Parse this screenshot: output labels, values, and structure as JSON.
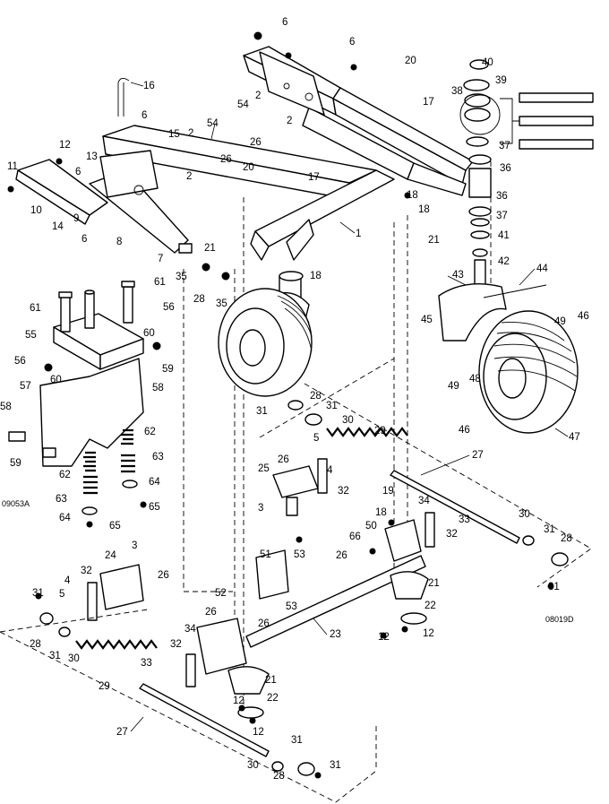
{
  "figure_codes": {
    "left": "09053A",
    "right": "08019D"
  },
  "callouts": [
    "1",
    "2",
    "3",
    "4",
    "5",
    "6",
    "7",
    "8",
    "9",
    "10",
    "11",
    "12",
    "13",
    "14",
    "15",
    "16",
    "17",
    "18",
    "19",
    "20",
    "21",
    "22",
    "23",
    "24",
    "25",
    "26",
    "27",
    "28",
    "29",
    "30",
    "31",
    "32",
    "33",
    "34",
    "35",
    "36",
    "37",
    "38",
    "39",
    "40",
    "41",
    "42",
    "43",
    "44",
    "45",
    "46",
    "47",
    "48",
    "49",
    "50",
    "51",
    "52",
    "53",
    "54",
    "55",
    "56",
    "57",
    "58",
    "59",
    "60",
    "61",
    "62",
    "63",
    "64",
    "65",
    "66"
  ]
}
